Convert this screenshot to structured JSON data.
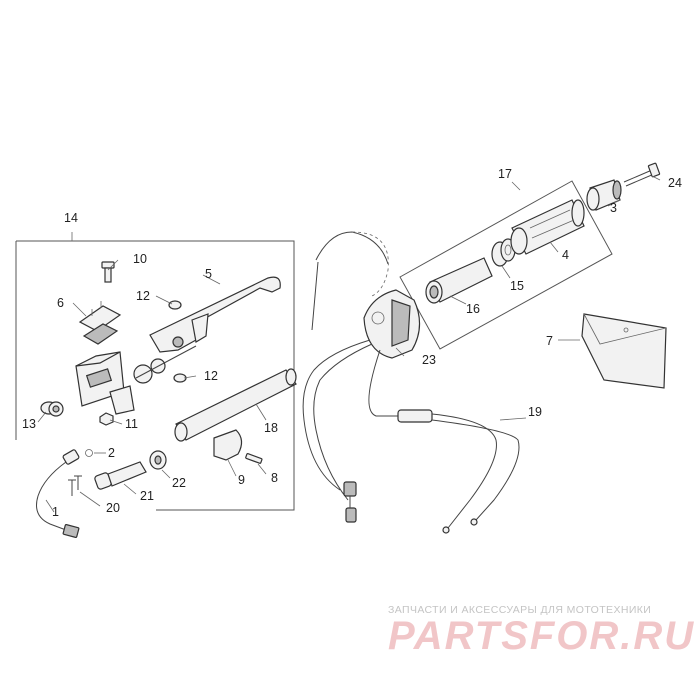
{
  "callouts": {
    "c1": "1",
    "c2": "2",
    "c3": "3",
    "c4": "4",
    "c5": "5",
    "c6": "6",
    "c7": "7",
    "c8": "8",
    "c9": "9",
    "c10": "10",
    "c11": "11",
    "c12a": "12",
    "c12b": "12",
    "c13": "13",
    "c14": "14",
    "c15": "15",
    "c16": "16",
    "c17": "17",
    "c18": "18",
    "c19": "19",
    "c20": "20",
    "c21": "21",
    "c22": "22",
    "c23": "23",
    "c24": "24"
  },
  "watermark": {
    "tagline": "ЗАПЧАСТИ И АКСЕССУАРЫ ДЛЯ МОТОТЕХНИКИ",
    "logo": "PARTSFOR.RU"
  }
}
